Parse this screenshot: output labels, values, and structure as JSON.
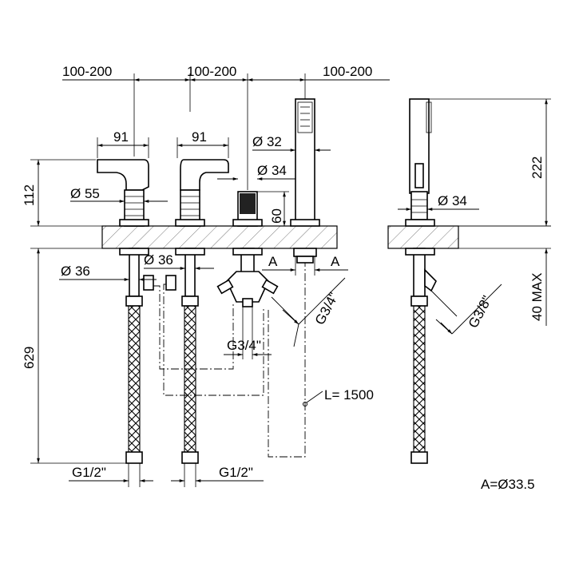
{
  "labels": {
    "spacing_1": "100-200",
    "spacing_2": "100-200",
    "spacing_3": "100-200",
    "width_left": "91",
    "width_mid": "91",
    "height_top": "112",
    "dia_55": "Ø 55",
    "dia_32": "Ø 32",
    "dia_34_front": "Ø 34",
    "height_60": "60",
    "dia_36_left": "Ø 36",
    "dia_36_mid": "Ø 36",
    "a_left": "A",
    "a_right": "A",
    "thread_g34_diag": "G3/4\"",
    "thread_g34": "G3/4\"",
    "length_629": "629",
    "hose_length": "L= 1500",
    "thread_g12_left": "G1/2\"",
    "thread_g12_right": "G1/2\"",
    "height_222": "222",
    "dia_34_side": "Ø 34",
    "thread_g38": "G3/8\"",
    "deck_max": "40 MAX",
    "legend_a": "A=Ø33.5"
  }
}
